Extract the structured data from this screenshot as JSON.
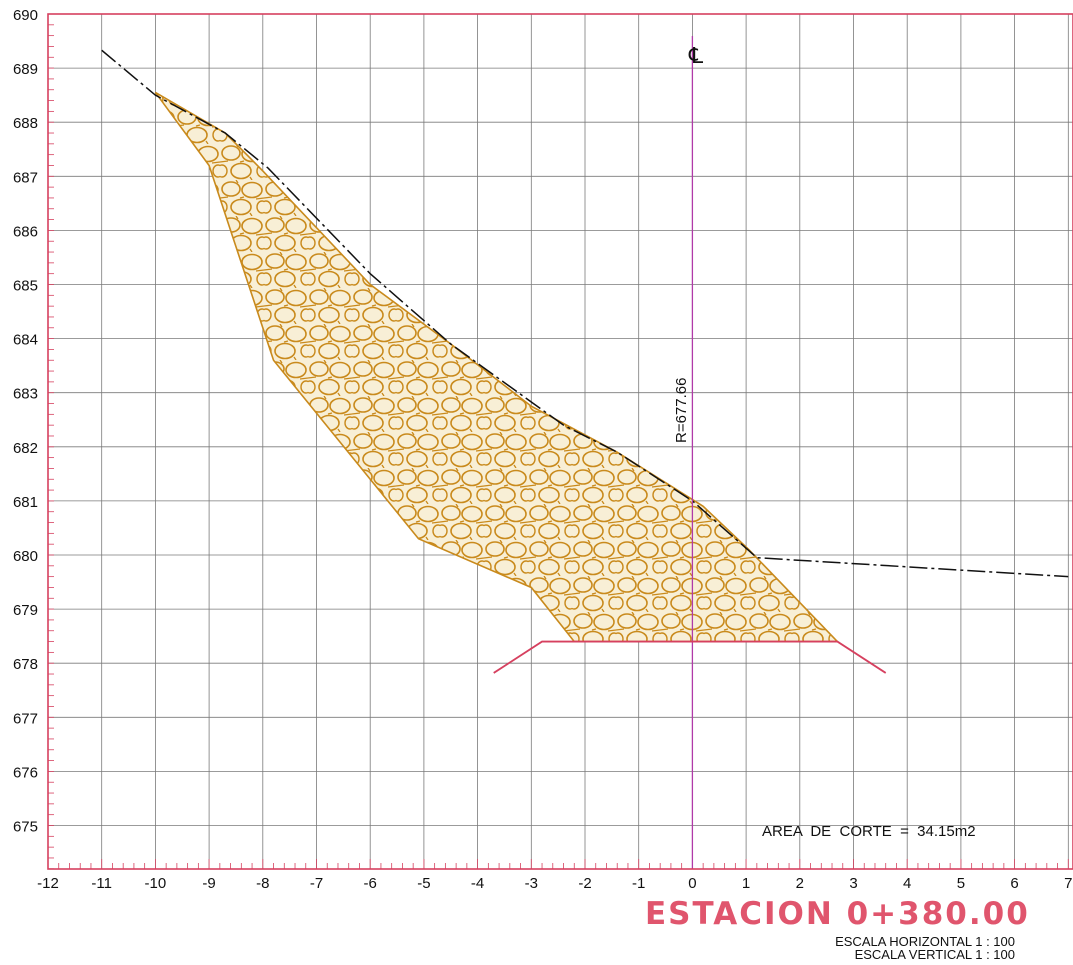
{
  "drawing": {
    "centerline_symbol": "℄",
    "radius_label": "R=677.66",
    "area_label": "AREA  DE  CORTE  =  34.15m2",
    "title": "ESTACION 0+380.00",
    "scale_horizontal": "ESCALA HORIZONTAL 1 : 100",
    "scale_vertical": "ESCALA VERTICAL 1 : 100"
  },
  "axes": {
    "x_ticks": [
      "-12",
      "-11",
      "-10",
      "-9",
      "-8",
      "-7",
      "-6",
      "-5",
      "-4",
      "-3",
      "-2",
      "-1",
      "0",
      "1",
      "2",
      "3",
      "4",
      "5",
      "6",
      "7"
    ],
    "y_ticks": [
      "690",
      "689",
      "688",
      "687",
      "686",
      "685",
      "684",
      "683",
      "682",
      "681",
      "680",
      "679",
      "678",
      "677",
      "676",
      "675"
    ]
  },
  "colors": {
    "frame": "#d6405f",
    "grid": "#7a7a7a",
    "centerline": "#b03aa8",
    "fill_hatch": "#c98a1c",
    "road_template": "#d6405f",
    "terrain": "#111111"
  },
  "chart_data": {
    "type": "cross-section",
    "x_unit": "m (offset from centerline)",
    "y_unit": "m (elevation)",
    "xlim": [
      -12,
      7
    ],
    "ylim": [
      674.15,
      690
    ],
    "grid": true,
    "terrain_line": [
      [
        -11,
        689.33
      ],
      [
        -10,
        688.5
      ],
      [
        -8.7,
        687.8
      ],
      [
        -7.9,
        687.15
      ],
      [
        -6,
        685.2
      ],
      [
        -4.5,
        683.9
      ],
      [
        -2.4,
        682.4
      ],
      [
        -1.4,
        681.9
      ],
      [
        0,
        681.0
      ],
      [
        1.2,
        679.95
      ],
      [
        7,
        679.6
      ]
    ],
    "cut_area_polygon": [
      [
        -10.0,
        688.55
      ],
      [
        -8.7,
        687.8
      ],
      [
        -8.0,
        687.1
      ],
      [
        -6.0,
        685.0
      ],
      [
        -4.5,
        683.9
      ],
      [
        -3.0,
        682.75
      ],
      [
        -1.4,
        681.9
      ],
      [
        0.2,
        680.9
      ],
      [
        1.05,
        680.1
      ],
      [
        2.7,
        678.4
      ],
      [
        -2.2,
        678.4
      ],
      [
        -3.0,
        679.4
      ],
      [
        -5.1,
        680.3
      ],
      [
        -7.8,
        683.6
      ],
      [
        -9.0,
        687.2
      ]
    ],
    "road_template": [
      [
        -3.7,
        677.82
      ],
      [
        -2.8,
        678.4
      ],
      [
        2.7,
        678.4
      ],
      [
        3.6,
        677.82
      ]
    ],
    "centerline_x": 0,
    "radius": 677.66,
    "cut_area_m2": 34.15
  }
}
